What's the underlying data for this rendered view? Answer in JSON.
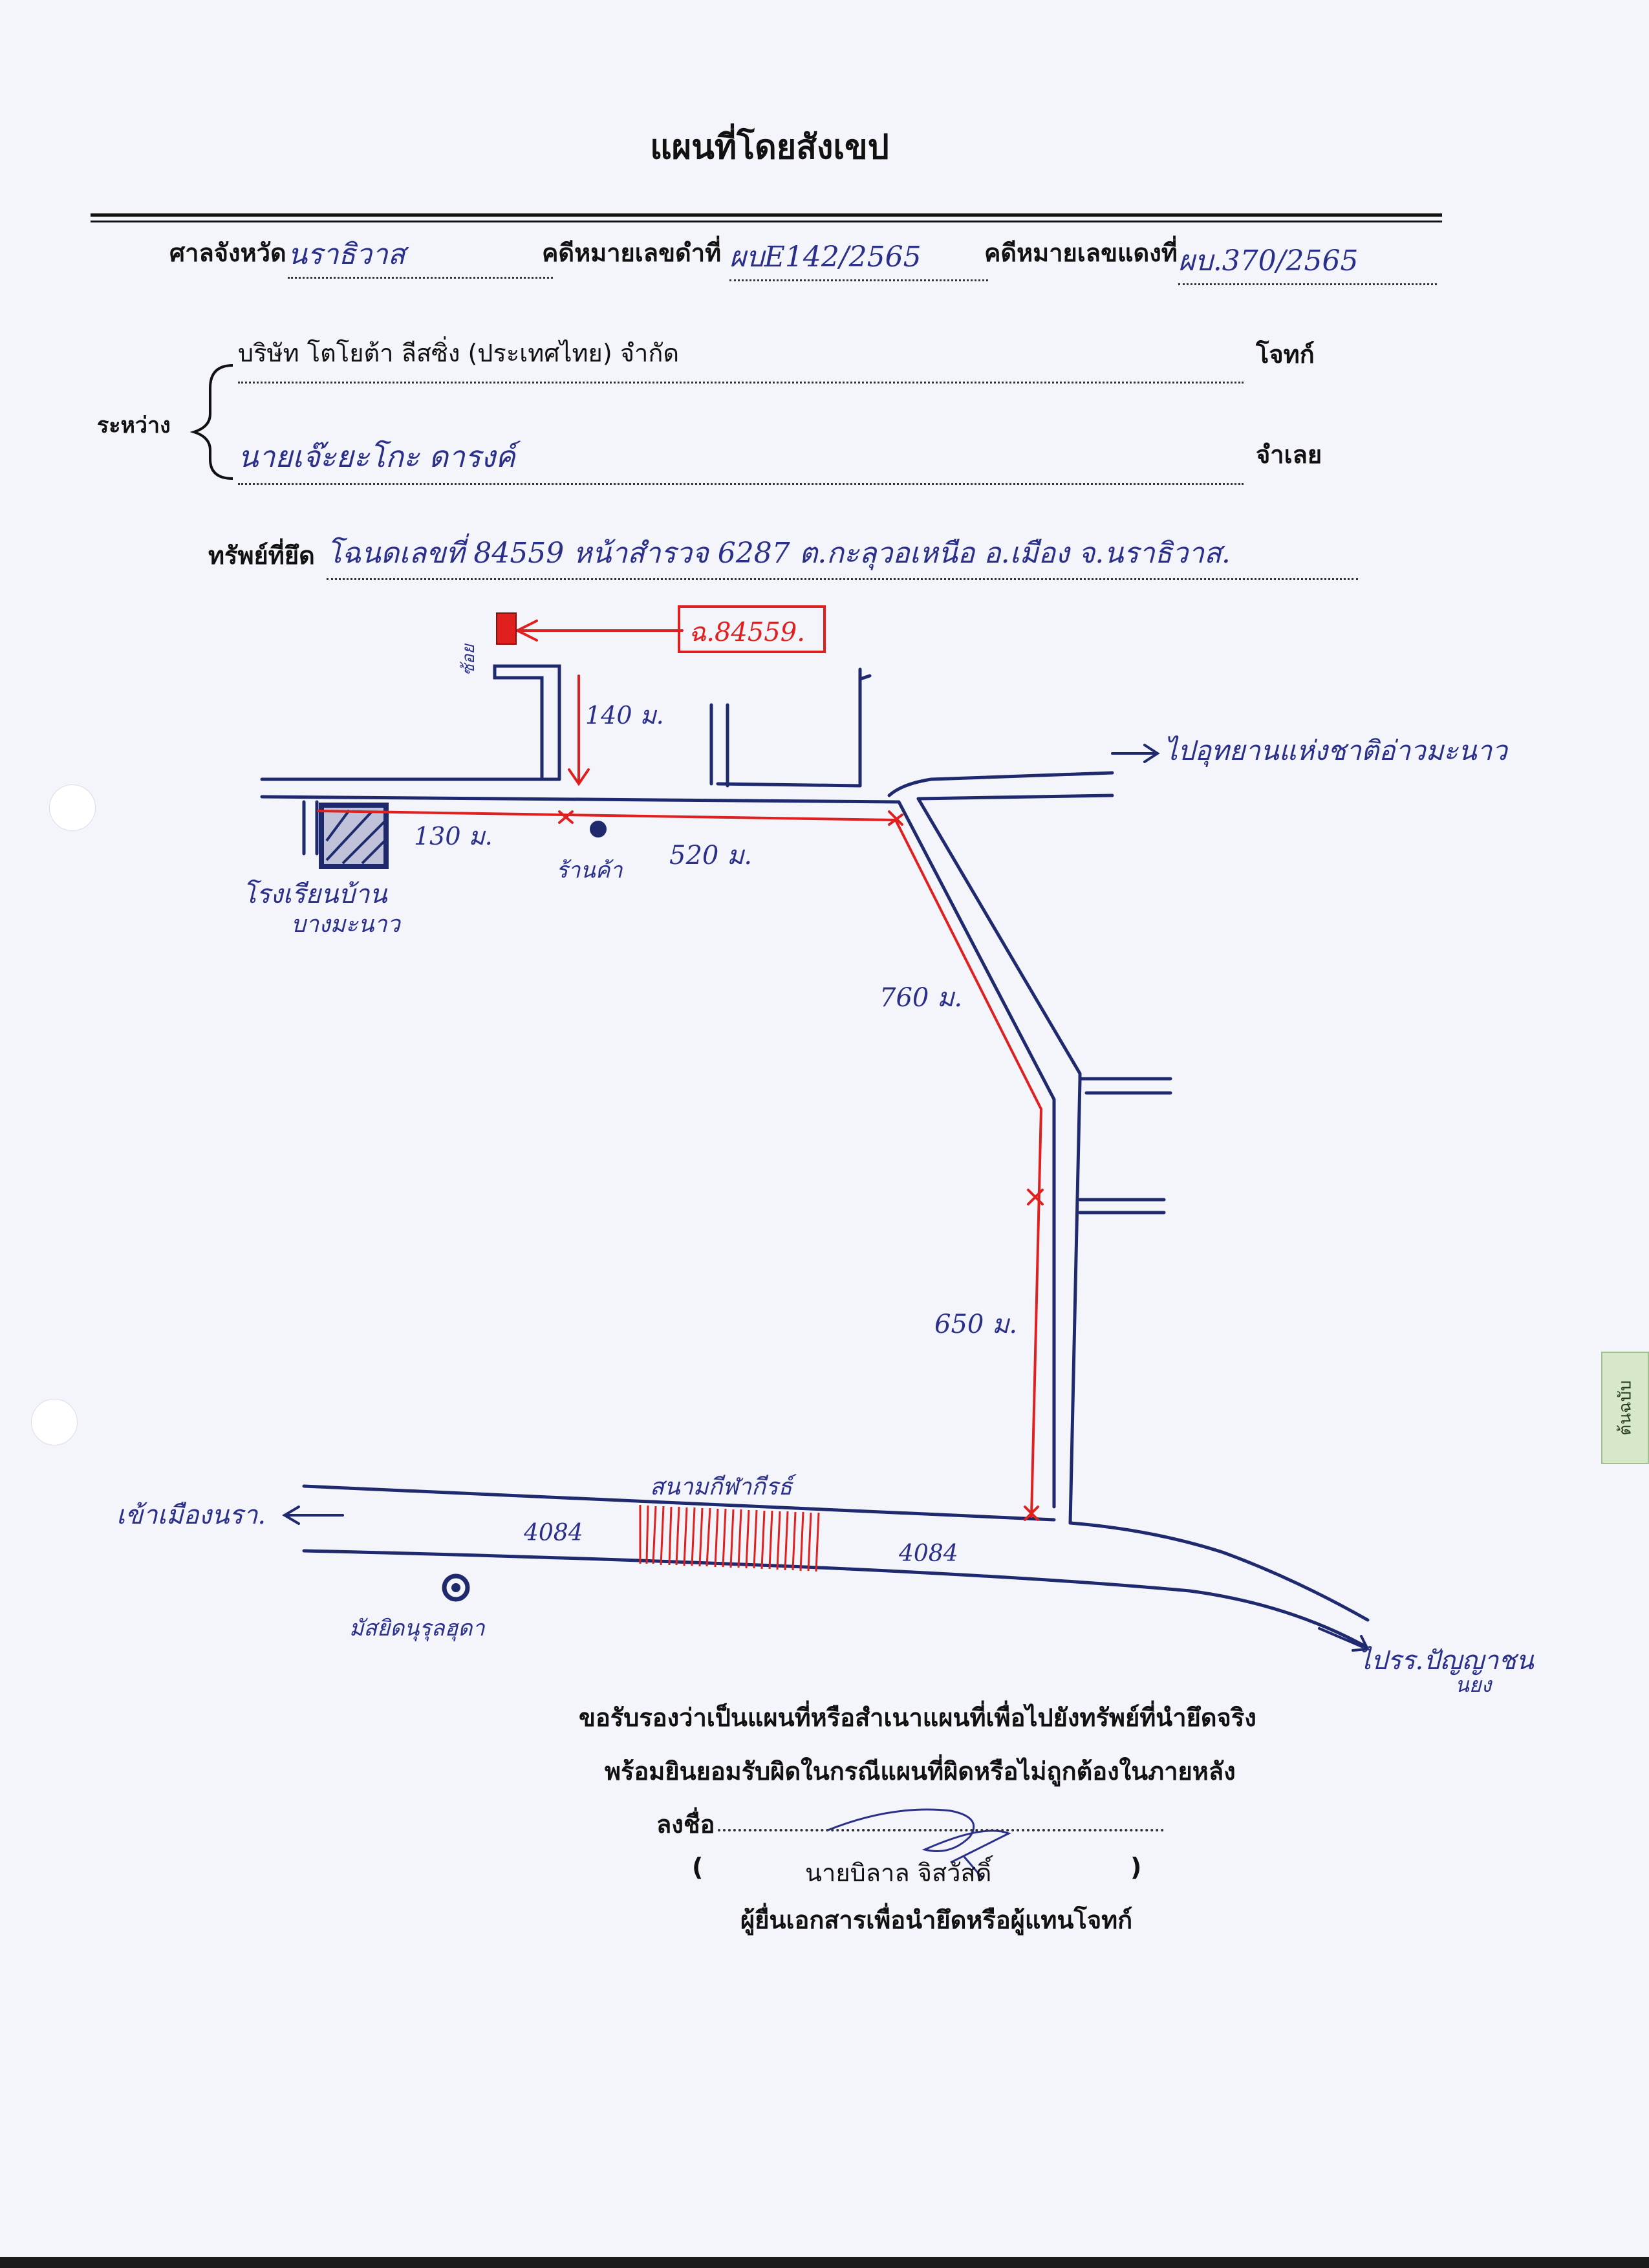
{
  "document": {
    "title": "แผนที่โดยสังเขป",
    "court_label": "ศาลจังหวัด",
    "court_value": "นราธิวาส",
    "black_case_label": "คดีหมายเลขดำที่",
    "black_case_value": "ผบE142/2565",
    "red_case_label": "คดีหมายเลขแดงที่",
    "red_case_value": "ผบ.370/2565",
    "between_label": "ระหว่าง",
    "plaintiff_name": "บริษัท โตโยต้า ลีสซิ่ง (ประเทศไทย) จำกัด",
    "plaintiff_label": "โจทก์",
    "defendant_name": "นายเจ๊ะยะโกะ ดารงค์",
    "defendant_label": "จำเลย",
    "property_label": "ทรัพย์ที่ยึด",
    "property_value": "โฉนดเลขที่ 84559 หน้าสำรวจ 6287 ต.กะลุวอเหนือ อ.เมือง จ.นราธิวาส."
  },
  "map": {
    "deed_box": "ฉ.84559.",
    "dist_140": "140 ม.",
    "dist_130": "130 ม.",
    "dist_520": "520 ม.",
    "dist_760": "760 ม.",
    "dist_650": "650 ม.",
    "shop": "ร้านค้า",
    "school": "โรงเรียนบ้าน",
    "school_2": "บางมะนาว",
    "to_park": "ไปอุทยานแห่งชาติอ่าวมะนาว",
    "to_city": "เข้าเมืองนรา.",
    "to_school": "ไปรร.ปัญญาชน",
    "to_school_2": "นยง",
    "road_left": "4084",
    "road_right": "4084",
    "stadium": "สนามกีฬากีรธ์",
    "mosque": "มัสยิดนุรุลฮุดา",
    "alley_label": "ซ้อย"
  },
  "certification": {
    "line1": "ขอรับรองว่าเป็นแผนที่หรือสำเนาแผนที่เพื่อไปยังทรัพย์ที่นำยึดจริง",
    "line2": "พร้อมยินยอมรับผิดในกรณีแผนที่ผิดหรือไม่ถูกต้องในภายหลัง",
    "sign_label": "ลงชื่อ",
    "paren_open": "(",
    "signer_name": "นายบิลาล  จิสวัสดิ์",
    "paren_close": ")",
    "signer_role": "ผู้ยื่นเอกสารเพื่อนำยึดหรือผู้แทนโจทก์"
  },
  "stamp": {
    "text": "ต้นฉบับ"
  },
  "colors": {
    "ink_blue": "#1f2a6e",
    "ink_red": "#e0201f",
    "paper": "#f4f4fb"
  }
}
